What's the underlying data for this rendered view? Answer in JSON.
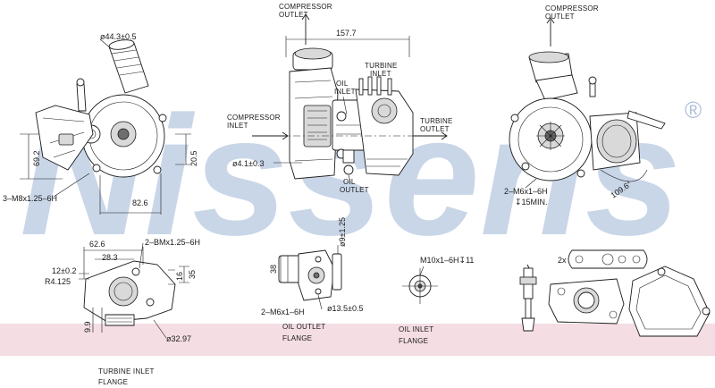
{
  "brand": {
    "watermark": "Nissens",
    "registered_mark": "®",
    "watermark_color": "#c9d6e8",
    "band_color": "#f4dde3"
  },
  "labels": {
    "compressor_outlet_top": [
      "COMPRESSOR",
      "OUTLET"
    ],
    "compressor_outlet_right": [
      "COMPRESSOR",
      "OUTLET"
    ],
    "turbine_inlet": [
      "TURBINE",
      "INLET"
    ],
    "oil_inlet": [
      "OIL",
      "INLET"
    ],
    "compressor_inlet": [
      "COMPRESSOR",
      "INLET"
    ],
    "turbine_outlet": [
      "TURBINE",
      "OUTLET"
    ],
    "oil_outlet": [
      "OIL",
      "OUTLET"
    ],
    "oil_outlet_flange": [
      "OIL OUTLET",
      "FLANGE"
    ],
    "oil_inlet_flange": [
      "OIL INLET",
      "FLANGE"
    ],
    "turbine_inlet_flange": [
      "TURBINE INLET",
      "FLANGE"
    ]
  },
  "dimensions": {
    "d44": "ø44.3±0.5",
    "w157": "157.7",
    "d41": "ø4.1±0.3",
    "h69": "69.2",
    "h20": "20.5",
    "w82": "82.6",
    "m8": "3–M8x1.25–6H",
    "m6_right": "2–M6x1–6H",
    "min15": "↧15MIN.",
    "r109": "109.6°",
    "w62": "62.6",
    "w28": "28.3",
    "m8_2": "2–BMx1.25–6H",
    "t12": "12±0.2",
    "r4": "R4.125",
    "h35": "35",
    "h16": "16",
    "h9": "9.9",
    "d32": "ø32.97",
    "h38": "38",
    "d9": "ø9±1.25",
    "m6_oil": "2–M6x1–6H",
    "d13": "ø13.5±0.5",
    "m10": "M10x1–6H↧11",
    "two_x": "2x"
  }
}
